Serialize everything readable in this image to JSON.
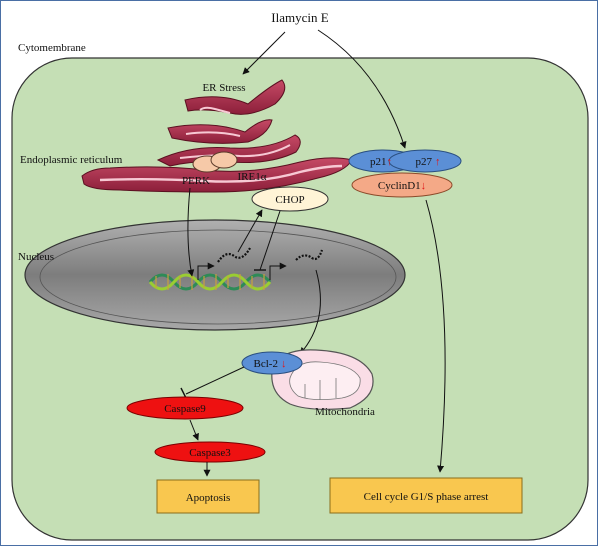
{
  "title": "Ilamycin E",
  "labels": {
    "cytomembrane": "Cytomembrane",
    "er_stress": "ER Stress",
    "endoplasmic_reticulum": "Endoplasmic reticulum",
    "perk": "PERK",
    "ire1a": "IRE1α",
    "chop": "CHOP",
    "nucleus": "Nucleus",
    "p21": "p21",
    "p27": "p27",
    "cyclind1": "CyclinD1",
    "bcl2": "Bcl-2",
    "mitochondria": "Mitochondria",
    "caspase9": "Caspase9",
    "caspase3": "Caspase3",
    "apoptosis": "Apoptosis",
    "cell_cycle_arrest": "Cell cycle G1/S phase arrest"
  },
  "arrows": {
    "up": "↑",
    "down": "↓"
  },
  "colors": {
    "cell_fill": "#c5dfb5",
    "er_fill": "#b5304f",
    "nucleus_fill": "#8c8c8c",
    "protein_blue": "#5b8fd6",
    "cyclin_fill": "#f4a987",
    "chop_fill": "#fff4d6",
    "caspase_red": "#ee1111",
    "outcome_box": "#f9c74f",
    "arrow_red": "#e01818"
  }
}
